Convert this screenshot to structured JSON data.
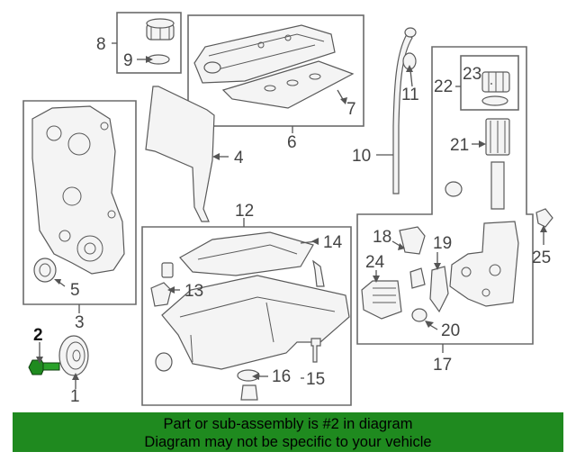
{
  "callouts": {
    "c1": "1",
    "c2": "2",
    "c3": "3",
    "c4": "4",
    "c5": "5",
    "c6": "6",
    "c7": "7",
    "c8": "8",
    "c9": "9",
    "c10": "10",
    "c11": "11",
    "c12": "12",
    "c13": "13",
    "c14": "14",
    "c15": "15",
    "c16": "16",
    "c17": "17",
    "c18": "18",
    "c19": "19",
    "c20": "20",
    "c21": "21",
    "c22": "22",
    "c23": "23",
    "c24": "24",
    "c25": "25"
  },
  "highlighted_part": "2",
  "colors": {
    "banner": "#1f8a1f",
    "highlight": "#1f8a1f",
    "linework": "#5a5a5a"
  },
  "banner": {
    "line1": "Part or sub-assembly is #2 in diagram",
    "line2": "Diagram may not be specific to your vehicle"
  }
}
